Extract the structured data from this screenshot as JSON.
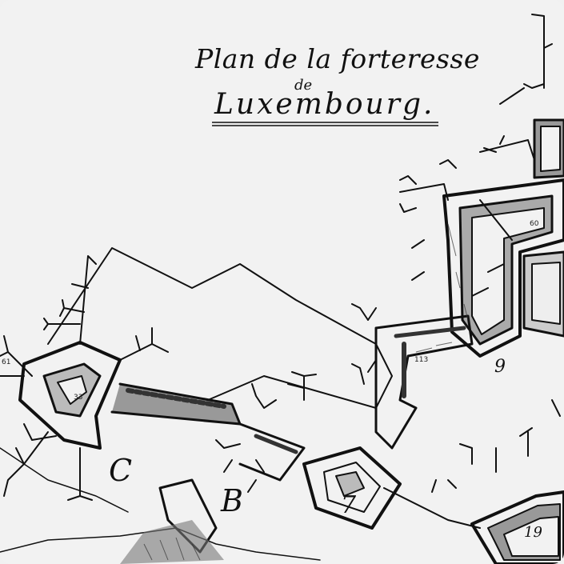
{
  "title": {
    "line1": "Plan de la forteresse",
    "de": "de",
    "line2": "Luxembourg."
  },
  "labels": {
    "c": "C",
    "b": "B",
    "seven": "7",
    "nineteen": "19",
    "nine": "9"
  },
  "small_numbers": [
    "60",
    "113",
    "61",
    "33"
  ]
}
